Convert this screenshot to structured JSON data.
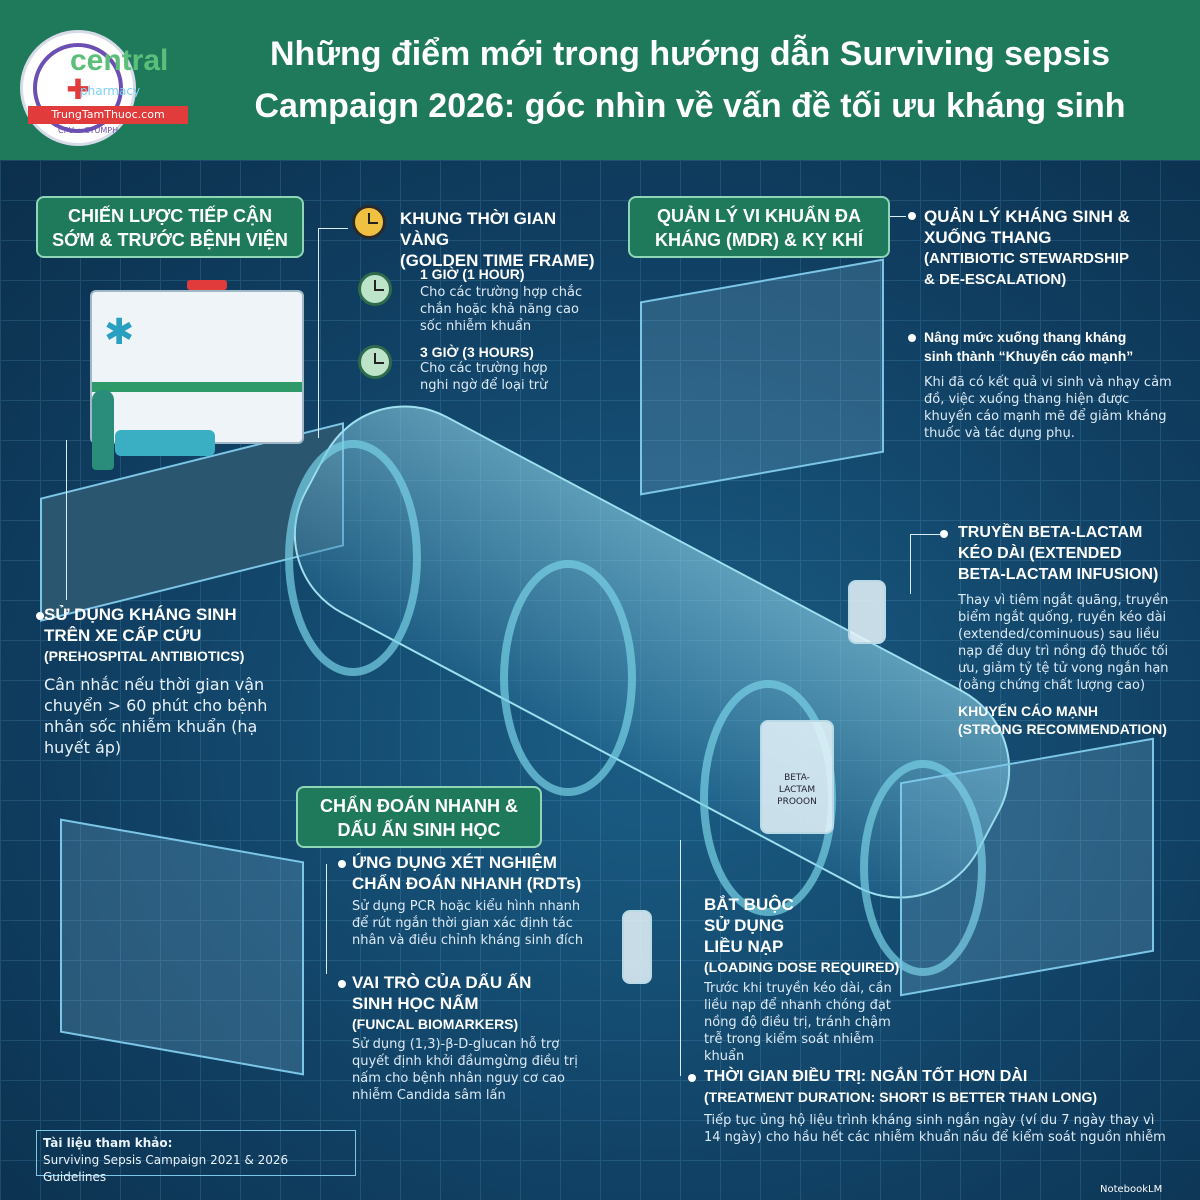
{
  "header": {
    "title_line1": "Những điểm mới trong hướng dẫn Surviving sepsis",
    "title_line2": "Campaign 2026: góc nhìn về vấn đề tối ưu kháng sinh",
    "logo_brand": "central",
    "logo_brand_sub": "pharmacy",
    "logo_bar": "TrungTamThuoc.com",
    "logo_sub": "CPU • CTUMPH"
  },
  "sections": {
    "prehospital_pill": "CHIẾN LƯỢC TIẾP CẬN SỚM & TRƯỚC BỆNH VIỆN",
    "golden_head_1": "KHUNG THỜI GIAN VÀNG",
    "golden_head_2": "(GOLDEN TIME FRAME)",
    "hour1_head": "1 GIỜ (1 HOUR)",
    "hour1_body": "Cho các trường hợp chắc chắn hoặc khả năng cao sốc nhiễm khuẩn",
    "hour3_head": "3 GIỜ (3 HOURS)",
    "hour3_body": "Cho các trường hợp nghi ngờ để loại trừ",
    "ambulance_head_1": "SỬ DỤNG KHÁNG SINH",
    "ambulance_head_2": "TRÊN XE CẤP CỨU",
    "ambulance_head_3": "(PREHOSPITAL ANTIBIOTICS)",
    "ambulance_body": "Cân nhắc nếu thời gian vận chuyển > 60 phút cho bệnh nhân sốc nhiễm khuẩn (hạ huyết áp)",
    "mdr_pill": "QUẢN LÝ VI KHUẨN ĐA KHÁNG (MDR) & KỴ KHÍ",
    "steward_head_1": "QUẢN LÝ KHÁNG SINH &",
    "steward_head_2": "XUỐNG THANG",
    "steward_head_3": "(ANTIBIOTIC STEWARDSHIP",
    "steward_head_4": "& DE-ESCALATION)",
    "deesc_head_1": "Nâng mức xuống thang kháng",
    "deesc_head_2": "sinh thành “Khuyến cáo mạnh”",
    "deesc_body": "Khi đã có kết quả vi sinh và nhạy cảm đồ, việc xuống thang hiện được khuyến cáo mạnh mẽ để giảm kháng thuốc và tác dụng phụ.",
    "beta_head_1": "TRUYỀN BETA-LACTAM",
    "beta_head_2": "KÉO DÀI (EXTENDED",
    "beta_head_3": "BETA-LACTAM INFUSION)",
    "beta_body": "Thay vì tiêm ngắt quãng, truyền biểm ngắt quống, ruyền kéo dài (extended/cominuous) sau liều nạp để duy trì nồng độ thuốc tối ưu, giảm tỷ tệ tử vong ngắn hạn (oằng chứng chất lượng cao)",
    "strong_head_1": "KHUYẾN CÁO MẠNH",
    "strong_head_2": "(STRONG RECOMMENDATION)",
    "rapid_pill": "CHẨN ĐOÁN NHANH & DẤU ẤN SINH HỌC",
    "rdt_head_1": "ỨNG DỤNG XÉT NGHIỆM",
    "rdt_head_2": "CHẨN ĐOÁN NHANH (RDTs)",
    "rdt_body": "Sử dụng PCR hoặc kiểu hình nhanh để rút ngắn thời gian xác định tác nhân và điều chỉnh kháng sinh đích",
    "fungal_head_1": "VAI TRÒ CỦA DẤU ẤN",
    "fungal_head_2": "SINH HỌC NẤM",
    "fungal_head_3": "(FUNCAL BIOMARKERS)",
    "fungal_body": "Sử dụng (1,3)-β-D-glucan hỗ trợ quyết định khởi đầumgừng điều trị nấm cho bệnh nhân nguy cơ cao nhiễm Candida sâm lấn",
    "loading_head_1": "BẮT BUỘC",
    "loading_head_2": "SỬ DỤNG",
    "loading_head_3": "LIỀU NẠP",
    "loading_head_4": "(LOADING DOSE REQUIRED)",
    "loading_body": "Trước khi truyền kéo dài, cần liều nạp để nhanh chóng đạt nồng độ điều trị, tránh chậm trễ trong kiểm soát nhiễm khuẩn",
    "duration_head_1": "THỜI GIAN ĐIỀU TRỊ: NGẮN TỐT HƠN DÀI",
    "duration_head_2": "(TREATMENT DURATION: SHORT IS BETTER THAN LONG)",
    "duration_body": "Tiếp tục ủng hộ liệu trình kháng sinh ngắn ngày (ví du 7 ngày thay vì 14 ngày) cho hầu hết các nhiễm khuẩn nấu để kiểm soát nguồn nhiễm"
  },
  "bag_label_1": "BETA-LACTAM",
  "bag_label_2": "PROOON",
  "footer": {
    "label": "Tài liệu tham khảo:",
    "text": "Surviving Sepsis Campaign 2021 & 2026 Guidelines"
  },
  "watermark": "NotebookLM",
  "colors": {
    "header_bg": "#1f7a5c",
    "background": "#0e3c5c",
    "accent": "#8fd6b6"
  }
}
